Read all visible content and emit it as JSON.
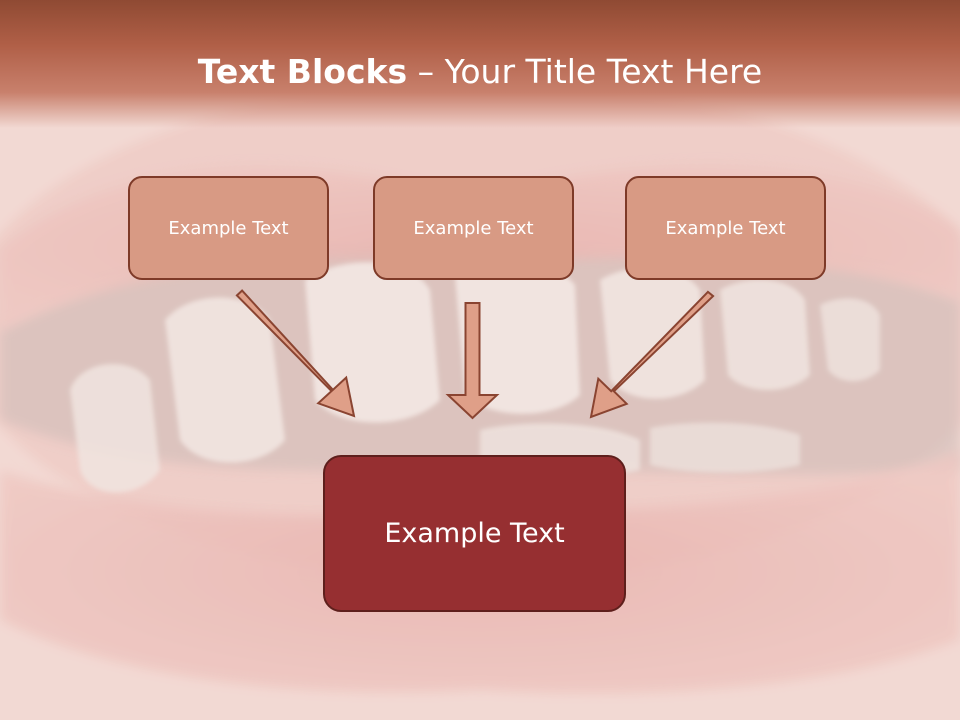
{
  "slide": {
    "title_bold": "Text Blocks",
    "title_sep": " – ",
    "title_rest": "Your Title Text Here"
  },
  "blocks": {
    "top": [
      "Example Text",
      "Example Text",
      "Example Text"
    ],
    "main": "Example Text"
  },
  "colors": {
    "header": "#b05f47",
    "block_fill": "#d89a84",
    "block_border": "#7e3a28",
    "main_fill": "#962f31",
    "arrow_fill": "#df9f88",
    "arrow_stroke": "#8a4431"
  }
}
